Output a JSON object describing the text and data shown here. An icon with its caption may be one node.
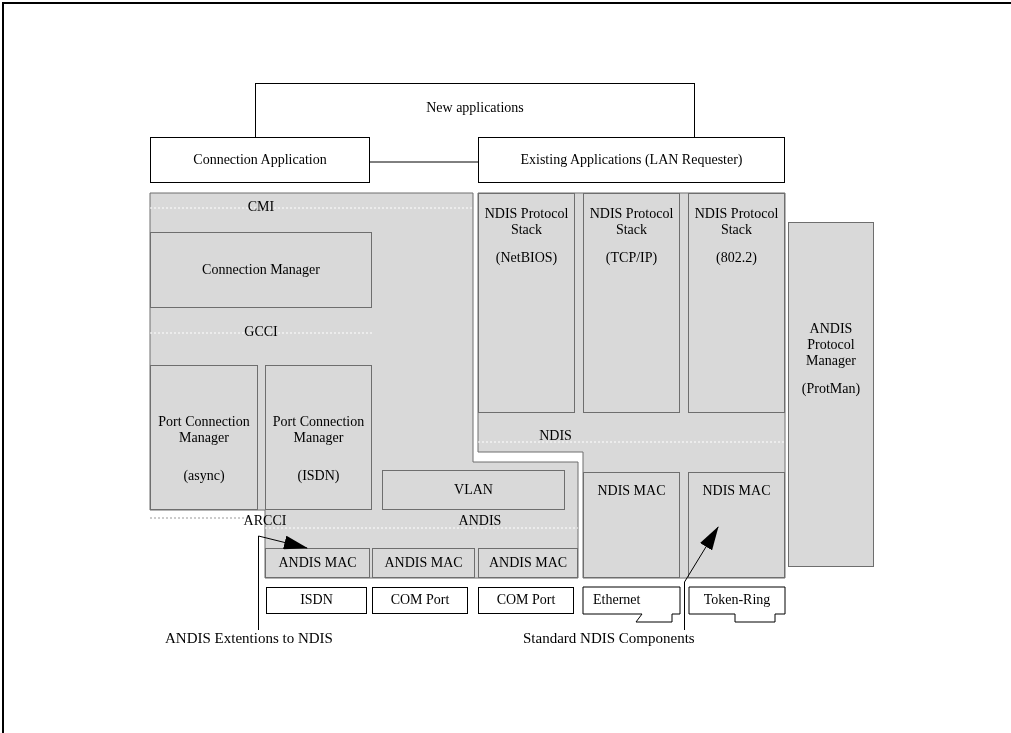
{
  "diagram": {
    "nodes": [
      {
        "text": [
          "New applications"
        ]
      },
      {
        "text": [
          "Connection Application"
        ]
      },
      {
        "text": [
          "Existing Applications (LAN Requester)"
        ]
      },
      {
        "text": [
          "CMI",
          "GCCI",
          "ARCCI",
          "ANDIS"
        ]
      },
      {
        "text": [
          "Connection Manager"
        ],
        "in": 3
      },
      {
        "text": [
          "Port Connection Manager",
          "(async)"
        ],
        "in": 3
      },
      {
        "text": [
          "Port Connection Manager",
          "(ISDN)"
        ],
        "in": 3
      },
      {
        "text": [
          "VLAN"
        ],
        "in": 3
      },
      {
        "text": [
          "ANDIS MAC"
        ],
        "in": 3
      },
      {
        "text": [
          "ANDIS MAC"
        ],
        "in": 3
      },
      {
        "text": [
          "ANDIS MAC"
        ],
        "in": 3
      },
      {
        "text": [
          "NDIS"
        ]
      },
      {
        "text": [
          "NDIS Protocol Stack",
          "(NetBIOS)"
        ],
        "in": 11
      },
      {
        "text": [
          "NDIS Protocol Stack",
          "(TCP/IP)"
        ],
        "in": 11
      },
      {
        "text": [
          "NDIS Protocol Stack",
          "(802.2)"
        ],
        "in": 11
      },
      {
        "text": [
          "NDIS MAC"
        ],
        "in": 11
      },
      {
        "text": [
          "NDIS MAC"
        ],
        "in": 11
      },
      {
        "text": [
          "ANDIS Protocol Manager",
          "(ProtMan)"
        ]
      },
      {
        "text": [
          "ISDN"
        ]
      },
      {
        "text": [
          "COM Port"
        ]
      },
      {
        "text": [
          "COM Port"
        ]
      },
      {
        "text": [
          "Ethernet"
        ]
      },
      {
        "text": [
          "Token-Ring"
        ]
      },
      {
        "text": [
          "ANDIS Extentions to NDIS"
        ]
      },
      {
        "text": [
          "Standard NDIS Components"
        ]
      }
    ],
    "edges": [
      {
        "from": 1,
        "to": 2,
        "arrow": "none"
      },
      {
        "from": 23,
        "to": 8,
        "arrow": "to"
      },
      {
        "from": 24,
        "to": 16,
        "arrow": "to"
      }
    ]
  }
}
